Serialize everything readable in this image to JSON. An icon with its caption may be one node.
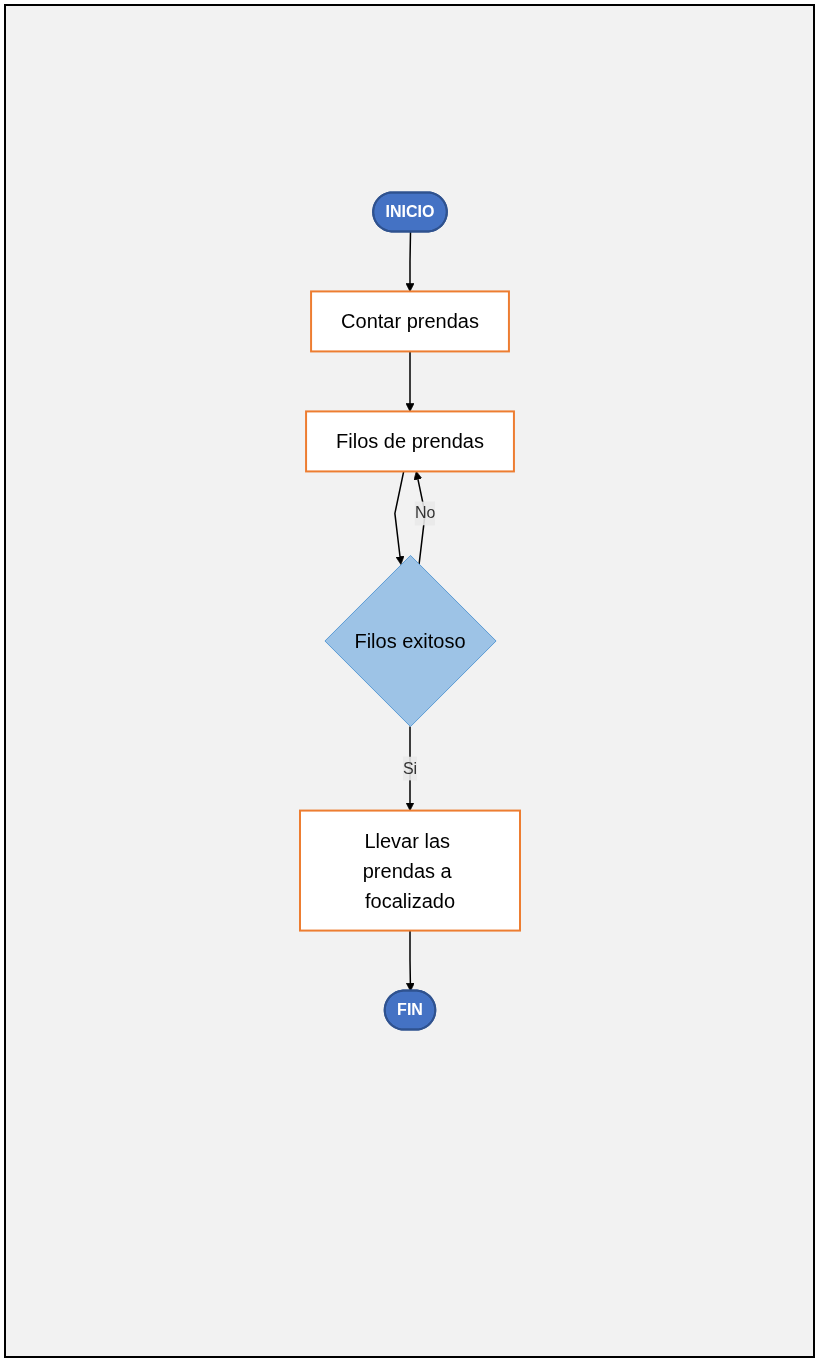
{
  "diagram": {
    "nodes": [
      {
        "text": [
          "INICIO"
        ]
      },
      {
        "text": [
          "Contar prendas"
        ]
      },
      {
        "text": [
          "Filos de prendas"
        ]
      },
      {
        "text": [
          "Filos exitoso"
        ]
      },
      {
        "text": [
          "Llevar las prendas a focalizado"
        ]
      },
      {
        "text": [
          "FIN"
        ]
      }
    ],
    "edges": [
      {
        "from": 0,
        "to": 1,
        "arrow": "to"
      },
      {
        "from": 1,
        "to": 2,
        "arrow": "to"
      },
      {
        "from": 2,
        "to": 3,
        "arrow": "to"
      },
      {
        "from": 3,
        "to": 2,
        "arrow": "to",
        "label": "No"
      },
      {
        "from": 3,
        "to": 4,
        "arrow": "to",
        "label": "Si"
      },
      {
        "from": 4,
        "to": 5,
        "arrow": "to"
      }
    ]
  }
}
